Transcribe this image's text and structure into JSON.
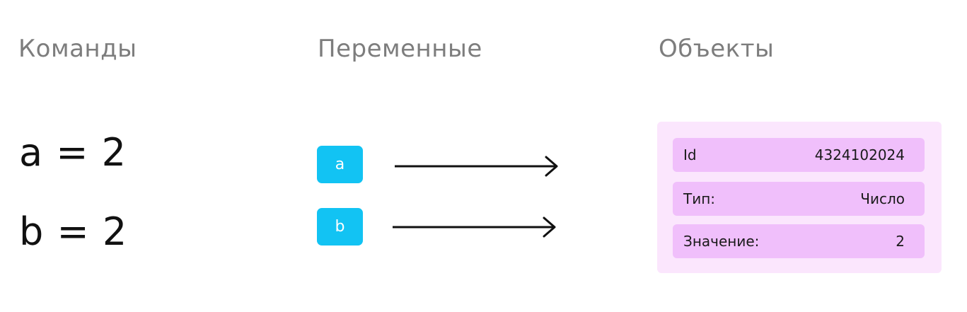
{
  "headings": {
    "commands": "Команды",
    "variables": "Переменные",
    "objects": "Объекты"
  },
  "commands": [
    {
      "text": "a = 2"
    },
    {
      "text": "b = 2"
    }
  ],
  "variables": [
    {
      "name": "a"
    },
    {
      "name": "b"
    }
  ],
  "object": {
    "rows": [
      {
        "label": "Id",
        "value": "4324102024"
      },
      {
        "label": "Тип:",
        "value": "Число"
      },
      {
        "label": "Значение:",
        "value": "2"
      }
    ]
  },
  "colors": {
    "heading": "#7d7d7d",
    "variable_box": "#12c3f3",
    "arrow": "#111111",
    "object_panel": "#fbe6fd",
    "object_row": "#f0bffb"
  }
}
